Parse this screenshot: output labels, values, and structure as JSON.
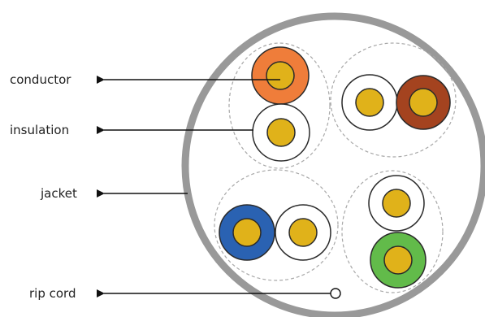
{
  "labels": {
    "conductor": "conductor",
    "insulation": "insulation",
    "jacket": "jacket",
    "rip_cord": "rip cord"
  },
  "colors": {
    "jacket": "#999999",
    "conductor_copper": "#e0b21a",
    "conductor_stroke": "#2a2a2a",
    "insulation_orange": "#ef7d3a",
    "insulation_white": "#ffffff",
    "insulation_brown": "#a4431f",
    "insulation_blue": "#2a62b2",
    "insulation_green": "#62bb4a",
    "group_outline": "#a8a8a8"
  },
  "pairs": [
    {
      "name": "orange pair",
      "wires": [
        "orange",
        "white"
      ]
    },
    {
      "name": "brown pair",
      "wires": [
        "white",
        "brown"
      ]
    },
    {
      "name": "blue pair",
      "wires": [
        "blue",
        "white"
      ]
    },
    {
      "name": "green pair",
      "wires": [
        "white",
        "green"
      ]
    }
  ]
}
